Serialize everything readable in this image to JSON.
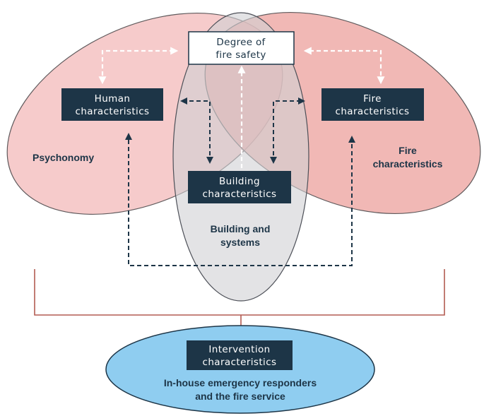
{
  "nodes": {
    "degree": {
      "line1": "Degree of",
      "line2": "fire safety"
    },
    "human": {
      "line1": "Human",
      "line2": "characteristics"
    },
    "fire": {
      "line1": "Fire",
      "line2": "characteristics"
    },
    "building": {
      "line1": "Building",
      "line2": "characteristics"
    },
    "intervention": {
      "line1": "Intervention",
      "line2": "characteristics"
    }
  },
  "regions": {
    "psychonomy": {
      "line1": "Psychonomy"
    },
    "fire": {
      "line1": "Fire",
      "line2": "characteristics"
    },
    "building": {
      "line1": "Building and",
      "line2": "systems"
    },
    "intervention": {
      "line1": "In-house emergency responders",
      "line2": "and the fire service"
    }
  },
  "colors": {
    "left_ellipse": "#f4bcbc",
    "right_ellipse": "#ec9d98",
    "center_ellipse": "#d1d1d3",
    "intervention_ellipse": "#8fcdf0",
    "node_box": "#1d3547",
    "bracket": "#b35c52"
  }
}
